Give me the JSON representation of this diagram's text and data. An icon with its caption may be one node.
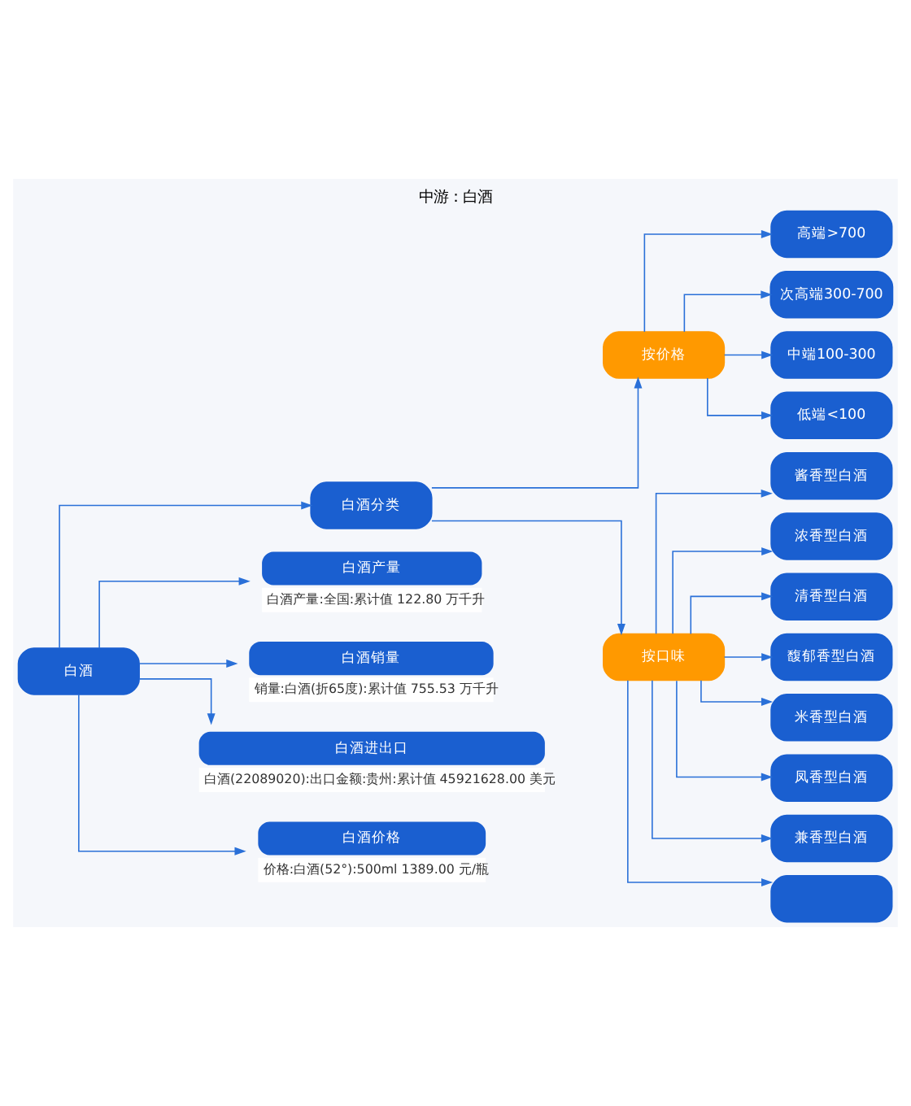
{
  "diagram": {
    "title": "中游：白酒",
    "nodes": [
      {
        "text": [
          "白酒"
        ]
      },
      {
        "text": [
          "白酒分类"
        ]
      },
      {
        "text": [
          "白酒产量"
        ],
        "beside": [
          "白酒产量:全国:累计值 122.80 万千升"
        ]
      },
      {
        "text": [
          "白酒销量"
        ],
        "beside": [
          "销量:白酒(折65度):累计值 755.53 万千升"
        ]
      },
      {
        "text": [
          "白酒进出口"
        ],
        "beside": [
          "白酒(22089020):出口金额:贵州:累计值 45921628.00 美元"
        ]
      },
      {
        "text": [
          "白酒价格"
        ],
        "beside": [
          "价格:白酒(52°):500ml 1389.00 元/瓶"
        ]
      },
      {
        "text": [
          "按价格"
        ]
      },
      {
        "text": [
          "按口味"
        ]
      },
      {
        "text": [
          "高端>700"
        ]
      },
      {
        "text": [
          "次高端300-700"
        ]
      },
      {
        "text": [
          "中端100-300"
        ]
      },
      {
        "text": [
          "低端<100"
        ]
      },
      {
        "text": [
          "酱香型白酒"
        ]
      },
      {
        "text": [
          "浓香型白酒"
        ]
      },
      {
        "text": [
          "清香型白酒"
        ]
      },
      {
        "text": [
          "馥郁香型白酒"
        ]
      },
      {
        "text": [
          "米香型白酒"
        ]
      },
      {
        "text": [
          "凤香型白酒"
        ]
      },
      {
        "text": [
          "兼香型白酒"
        ]
      },
      {
        "text": [],
        "shape": "box"
      }
    ],
    "edges": [
      {
        "from": 0,
        "to": 1,
        "arrow": "to"
      },
      {
        "from": 0,
        "to": 2,
        "arrow": "to"
      },
      {
        "from": 0,
        "to": 3,
        "arrow": "to"
      },
      {
        "from": 0,
        "to": 4,
        "arrow": "to"
      },
      {
        "from": 0,
        "to": 5,
        "arrow": "to"
      },
      {
        "from": 1,
        "to": 6,
        "arrow": "to"
      },
      {
        "from": 1,
        "to": 7,
        "arrow": "to"
      },
      {
        "from": 6,
        "to": 8,
        "arrow": "to"
      },
      {
        "from": 6,
        "to": 9,
        "arrow": "to"
      },
      {
        "from": 6,
        "to": 10,
        "arrow": "to"
      },
      {
        "from": 6,
        "to": 11,
        "arrow": "to"
      },
      {
        "from": 7,
        "to": 12,
        "arrow": "to"
      },
      {
        "from": 7,
        "to": 13,
        "arrow": "to"
      },
      {
        "from": 7,
        "to": 14,
        "arrow": "to"
      },
      {
        "from": 7,
        "to": 15,
        "arrow": "to"
      },
      {
        "from": 7,
        "to": 16,
        "arrow": "to"
      },
      {
        "from": 7,
        "to": 17,
        "arrow": "to"
      },
      {
        "from": 7,
        "to": 18,
        "arrow": "to"
      },
      {
        "from": 7,
        "to": 19,
        "arrow": "to"
      }
    ]
  }
}
